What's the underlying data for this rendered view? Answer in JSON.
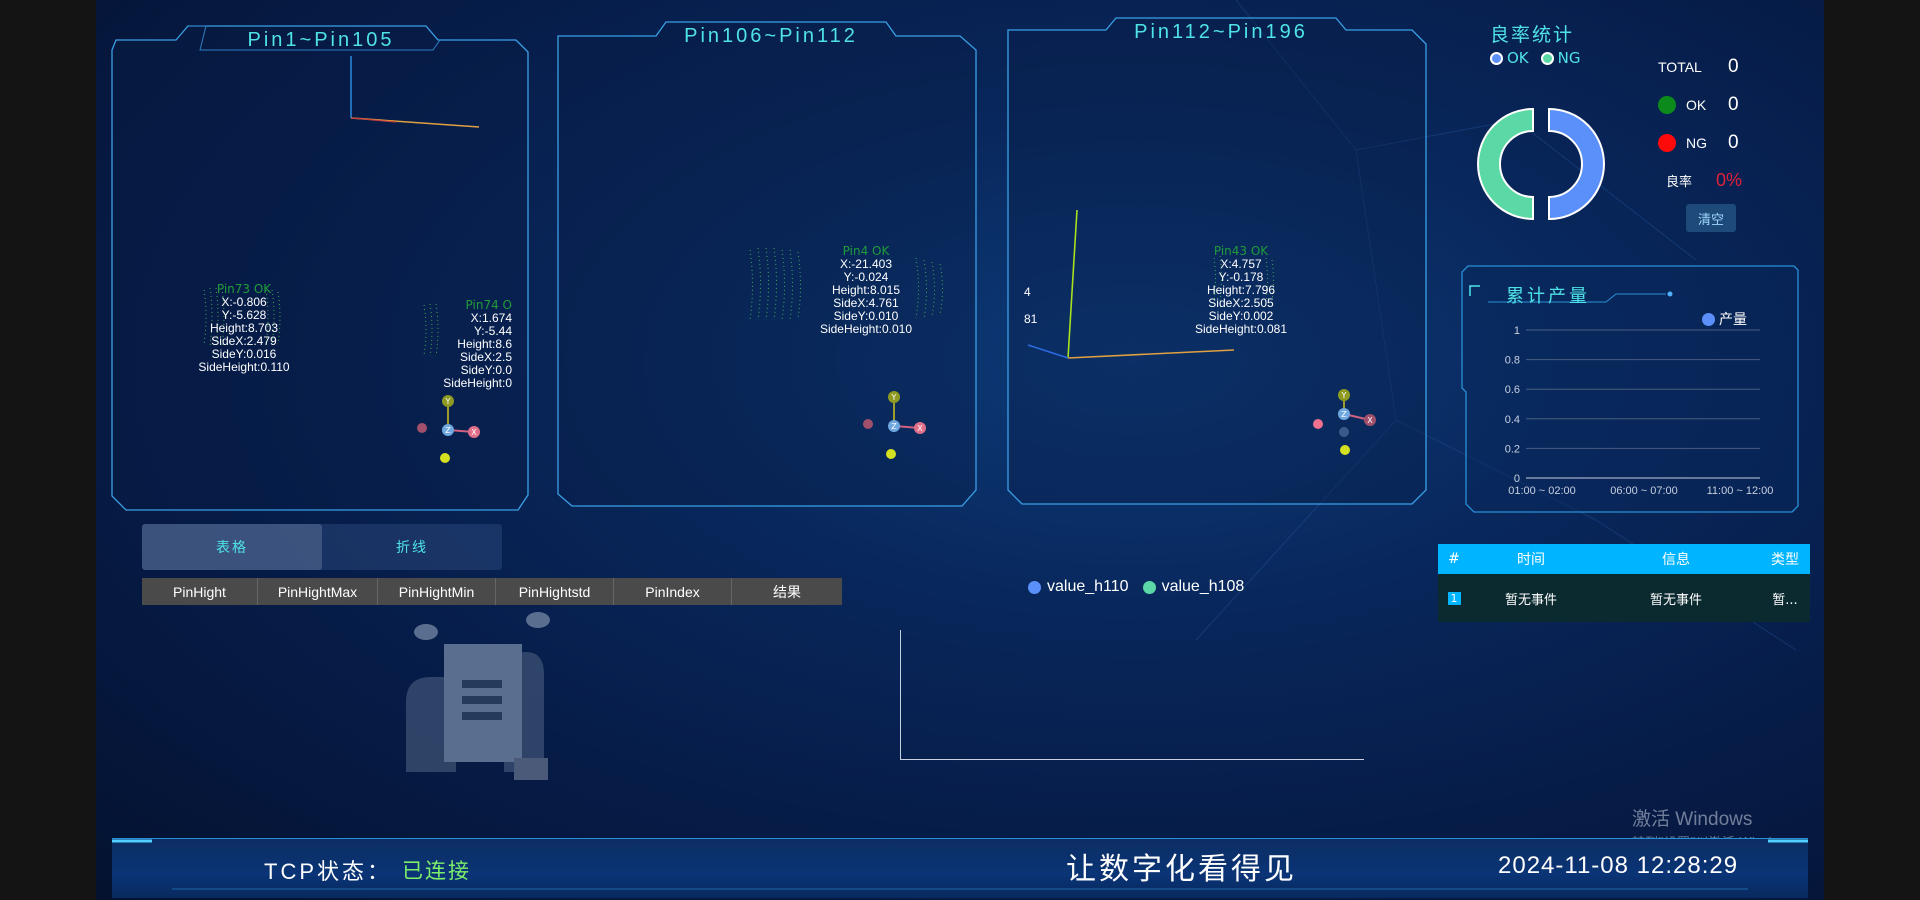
{
  "panels": [
    {
      "title": "Pin1~Pin105",
      "labels": [
        {
          "status": "Pin73 OK",
          "lines": [
            "X:-0.806",
            "Y:-5.628",
            "Height:8.703",
            "SideX:2.479",
            "SideY:0.016",
            "SideHeight:0.110"
          ]
        },
        {
          "status": "Pin74 O",
          "lines": [
            "X:1.674",
            "Y:-5.44",
            "Height:8.6",
            "SideX:2.5",
            "SideY:0.0",
            "SideHeight:0"
          ]
        }
      ]
    },
    {
      "title": "Pin106~Pin112",
      "labels": [
        {
          "status": "Pin4 OK",
          "lines": [
            "X:-21.403",
            "Y:-0.024",
            "Height:8.015",
            "SideX:4.761",
            "SideY:0.010",
            "SideHeight:0.010"
          ]
        }
      ]
    },
    {
      "title": "Pin112~Pin196",
      "labels": [
        {
          "status": "Pin43 OK",
          "lines": [
            "X:4.757",
            "Y:-0.178",
            "Height:7.796",
            "SideX:2.505",
            "SideY:0.002",
            "SideHeight:0.081"
          ]
        },
        {
          "status": "",
          "lines": [
            "4",
            "81"
          ]
        }
      ]
    }
  ],
  "axis_gizmo": {
    "y": "Y",
    "z": "Z",
    "x": "X"
  },
  "yield_stats": {
    "title": "良率统计",
    "legend": [
      "OK",
      "NG"
    ],
    "colors": {
      "ok": "#5b8ff9",
      "ng": "#5ad8a6"
    },
    "total_label": "TOTAL",
    "total_value": "0",
    "ok_label": "OK",
    "ok_value": "0",
    "ng_label": "NG",
    "ng_value": "0",
    "rate_label": "良率",
    "rate_value": "0%",
    "clear_button": "清空"
  },
  "production_chart": {
    "title": "累计产量",
    "legend": "产量"
  },
  "chart_data": {
    "type": "line",
    "title": "累计产量",
    "categories": [
      "01:00 ~ 02:00",
      "06:00 ~ 07:00",
      "11:00 ~ 12:00"
    ],
    "series": [
      {
        "name": "产量",
        "values": []
      }
    ],
    "ylim": [
      0,
      1
    ],
    "yticks": [
      "0",
      "0.2",
      "0.4",
      "0.6",
      "0.8",
      "1"
    ],
    "grid": true,
    "legend_position": "top"
  },
  "tabs": {
    "table": "表格",
    "line": "折线"
  },
  "table_columns": [
    "PinHight",
    "PinHightMax",
    "PinHightMin",
    "PinHightstd",
    "PinIndex",
    "结果"
  ],
  "line_legend": [
    "value_h110",
    "value_h108"
  ],
  "events": {
    "columns": [
      "#",
      "时间",
      "信息",
      "类型"
    ],
    "rows": [
      {
        "index": "1",
        "time": "暂无事件",
        "info": "暂无事件",
        "type": "暂..."
      }
    ]
  },
  "footer": {
    "tcp_label": "TCP状态：",
    "tcp_status": "已连接",
    "slogan": "让数字化看得见",
    "datetime": "2024-11-08 12:28:29"
  },
  "watermark": {
    "line1": "激活 Windows",
    "line2": "转到\"设置\"以激活 Windows。"
  }
}
